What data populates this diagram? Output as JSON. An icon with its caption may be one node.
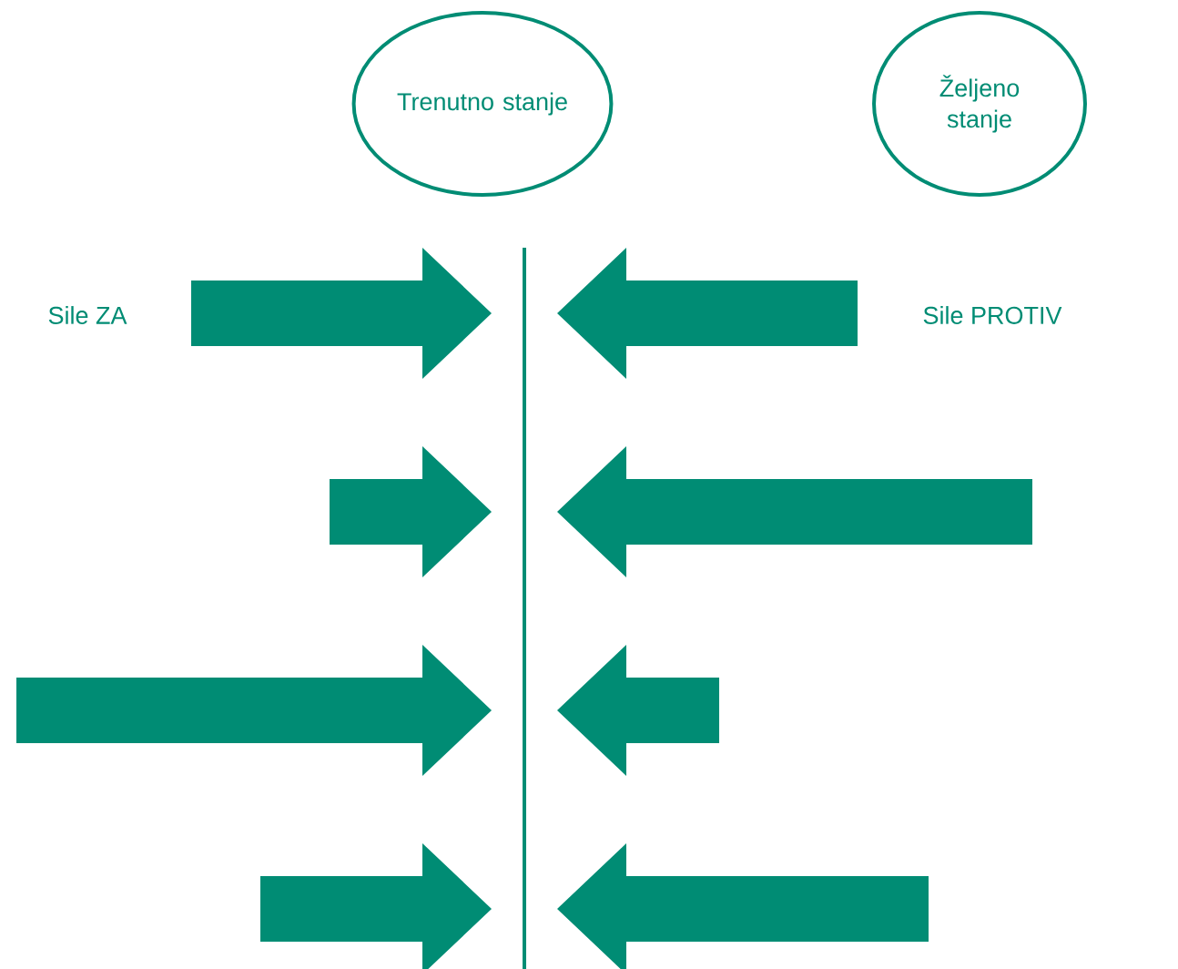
{
  "diagram": {
    "nodes": [
      {
        "text": [
          "Trenutno stanje"
        ]
      },
      {
        "text": [
          "Željeno stanje"
        ]
      }
    ],
    "labels": [
      "Sile ZA",
      "Sile PROTIV"
    ]
  }
}
